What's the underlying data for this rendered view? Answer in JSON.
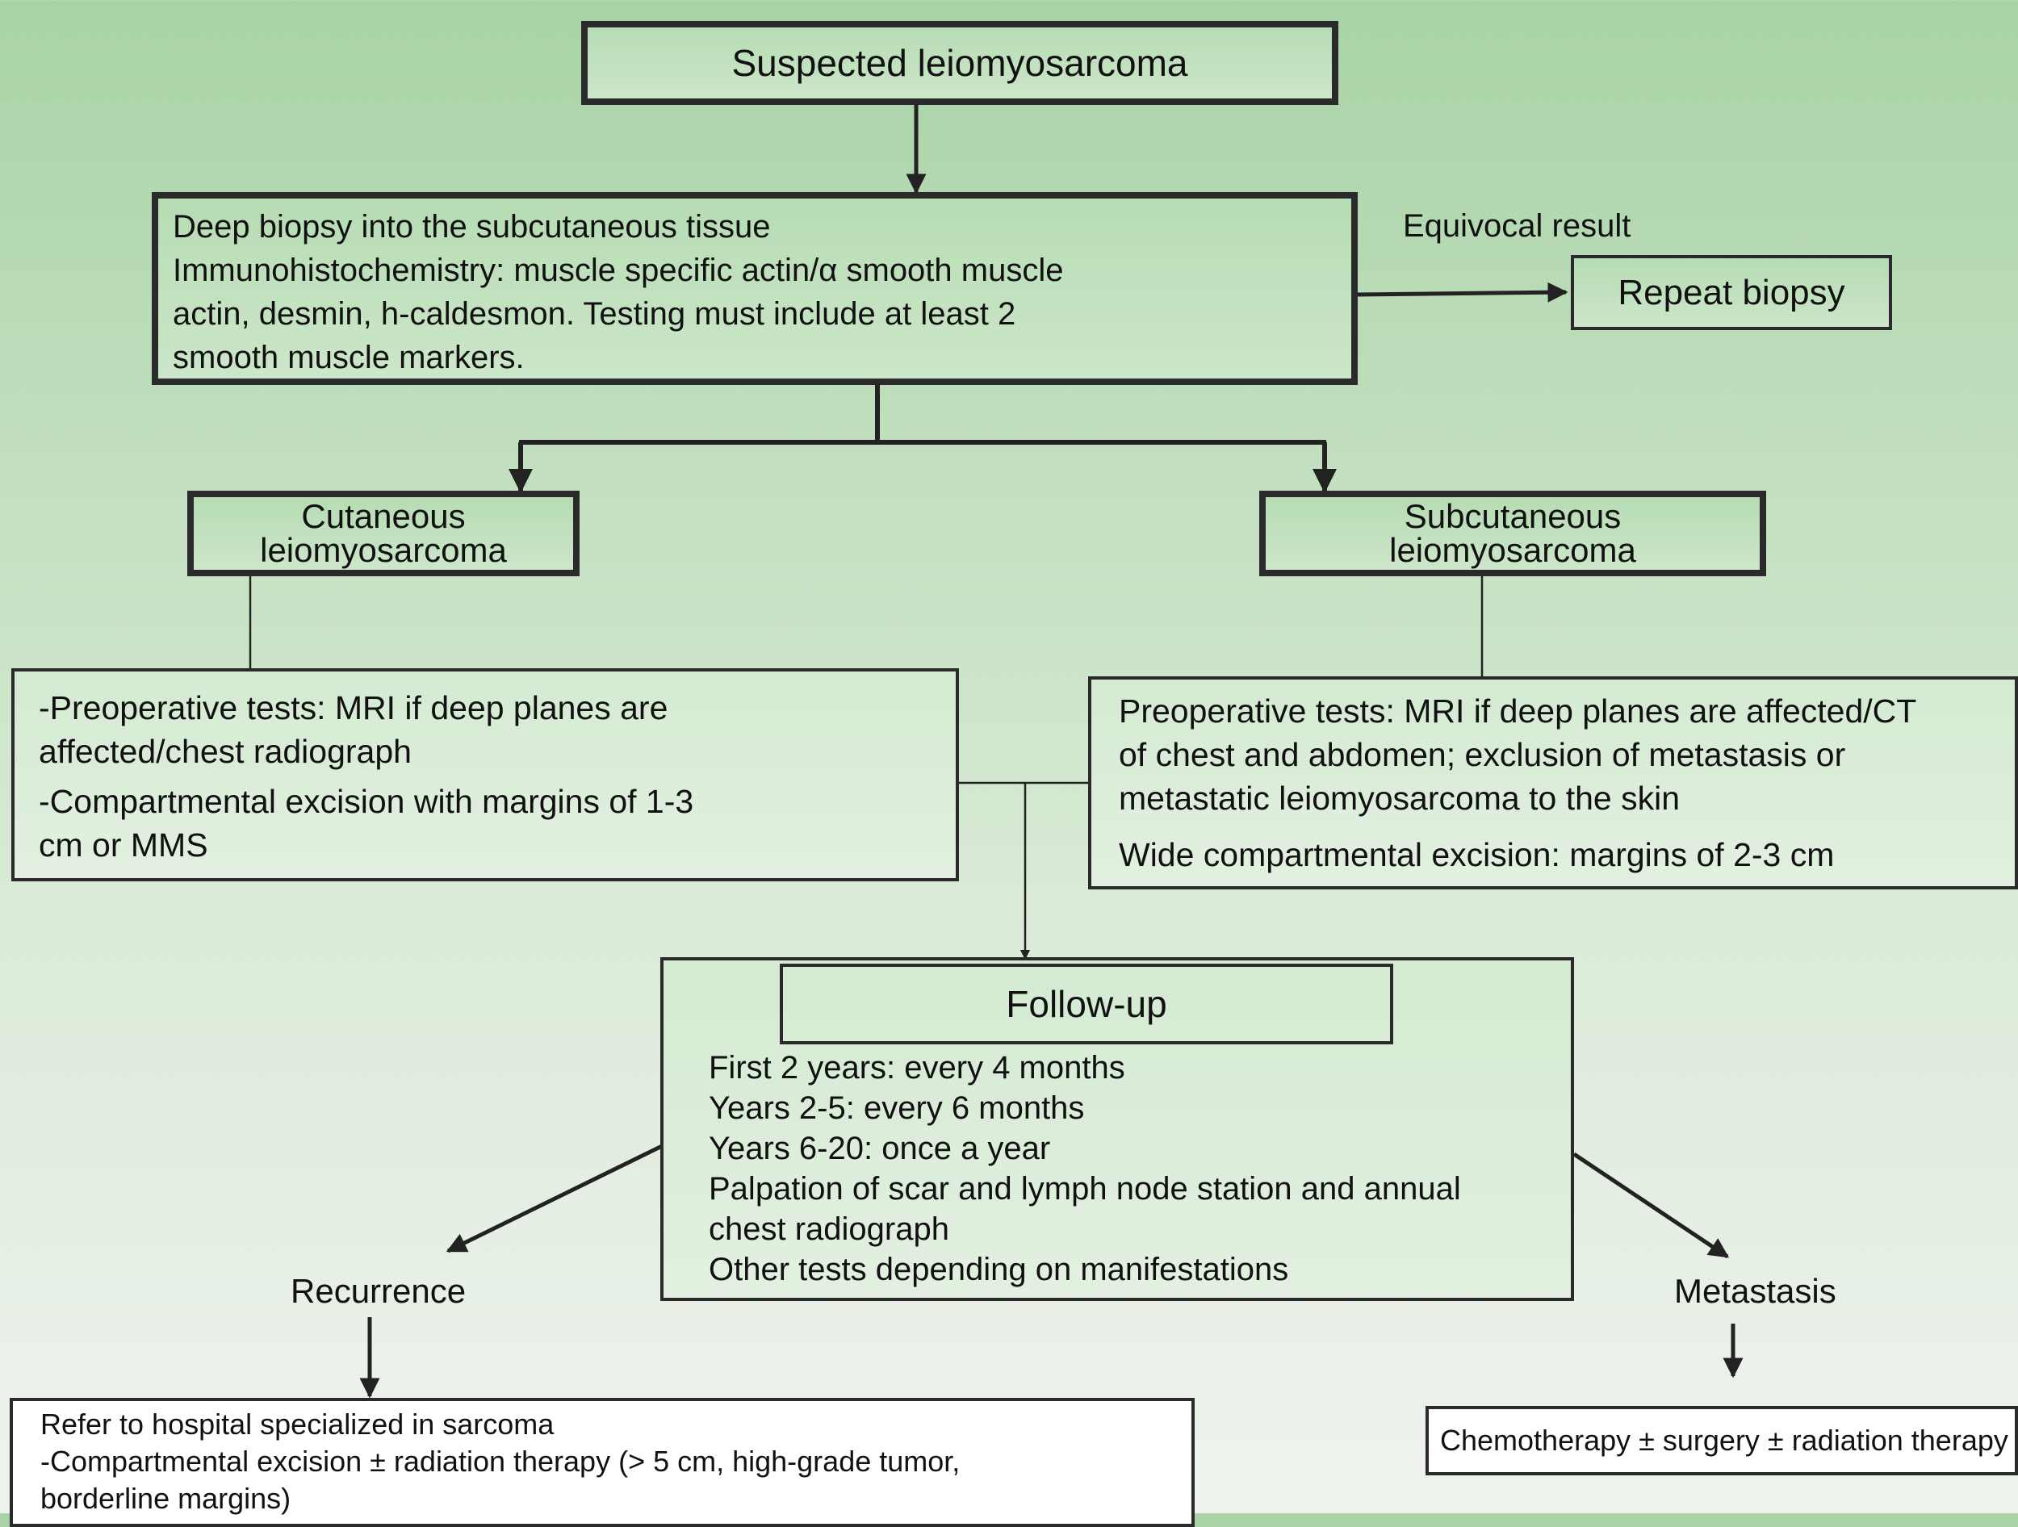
{
  "nodes": {
    "suspected": "Suspected leiomyosarcoma",
    "biopsy": [
      "Deep biopsy into the subcutaneous tissue",
      "Immunohistochemistry: muscle specific actin/α smooth muscle",
      "actin, desmin, h-caldesmon. Testing must include at least 2",
      "smooth muscle markers."
    ],
    "equivocal_label": "Equivocal result",
    "repeat_biopsy": "Repeat biopsy",
    "cutaneous": [
      "Cutaneous",
      "leiomyosarcoma"
    ],
    "subcutaneous": [
      "Subcutaneous",
      "leiomyosarcoma"
    ],
    "left_tests": [
      "-Preoperative tests: MRI if deep planes are",
      "affected/chest radiograph",
      "-Compartmental excision with margins of 1-3",
      "cm or MMS"
    ],
    "right_tests": [
      "Preoperative tests: MRI if deep planes are affected/CT",
      "of chest and abdomen; exclusion of metastasis or",
      "metastatic leiomyosarcoma to the skin",
      "Wide compartmental excision: margins of 2-3 cm"
    ],
    "followup_title": "Follow-up",
    "followup_items": [
      "First 2 years: every 4 months",
      "Years 2-5: every 6 months",
      "Years 6-20: once a year",
      "Palpation of scar and lymph node station and annual",
      "chest radiograph",
      "Other tests depending on manifestations"
    ],
    "recurrence_label": "Recurrence",
    "metastasis_label": "Metastasis",
    "recurrence_box": [
      "Refer to hospital specialized in sarcoma",
      "-Compartmental excision ± radiation therapy (> 5 cm, high-grade tumor,",
      "borderline margins)"
    ],
    "metastasis_box": "Chemotherapy ± surgery ± radiation therapy"
  },
  "colors": {
    "box_fill": "#c4e3c1",
    "line": "#222222"
  }
}
